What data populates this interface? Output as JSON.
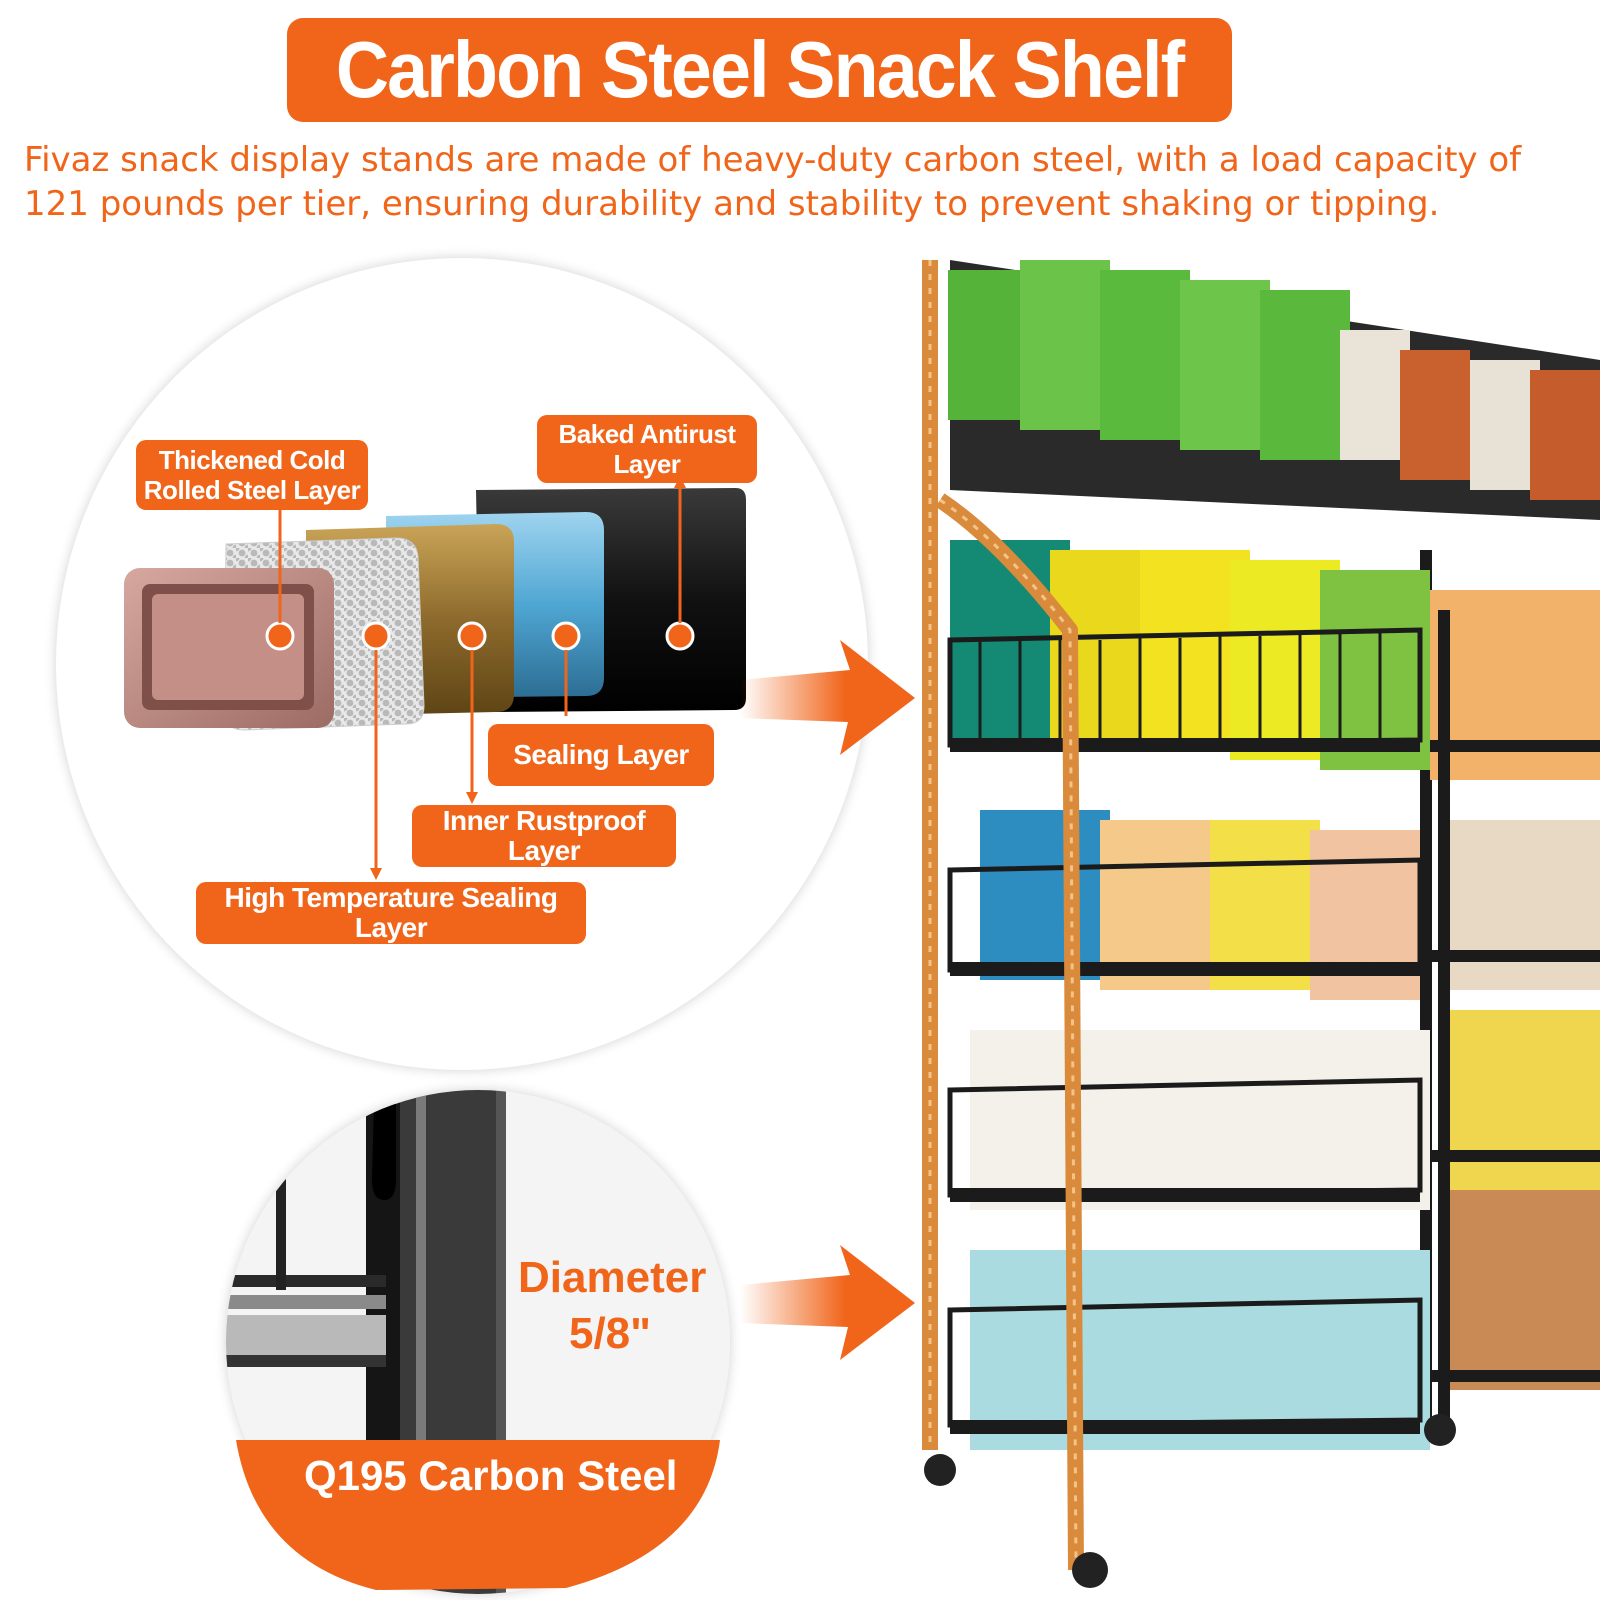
{
  "header": {
    "title": "Carbon Steel Snack Shelf",
    "description": "Fivaz snack display stands are made of heavy-duty carbon steel, with a load capacity of 121 pounds per tier, ensuring durability and stability to prevent shaking or tipping."
  },
  "layers_callout": {
    "labels": {
      "thickened": "Thickened Cold Rolled Steel Layer",
      "baked": "Baked Antirust Layer",
      "sealing": "Sealing Layer",
      "inner": "Inner Rustproof Layer",
      "high_temp": "High Temperature Sealing Layer"
    }
  },
  "tube_callout": {
    "diameter_label": "Diameter",
    "diameter_value": "5/8\"",
    "material": "Q195 Carbon Steel"
  },
  "colors": {
    "accent": "#f0651a",
    "frame_highlight": "#d98a3a",
    "shelf_black": "#1b1b1b"
  },
  "icons": [
    "right-arrow-icon",
    "marker-dot-icon"
  ]
}
